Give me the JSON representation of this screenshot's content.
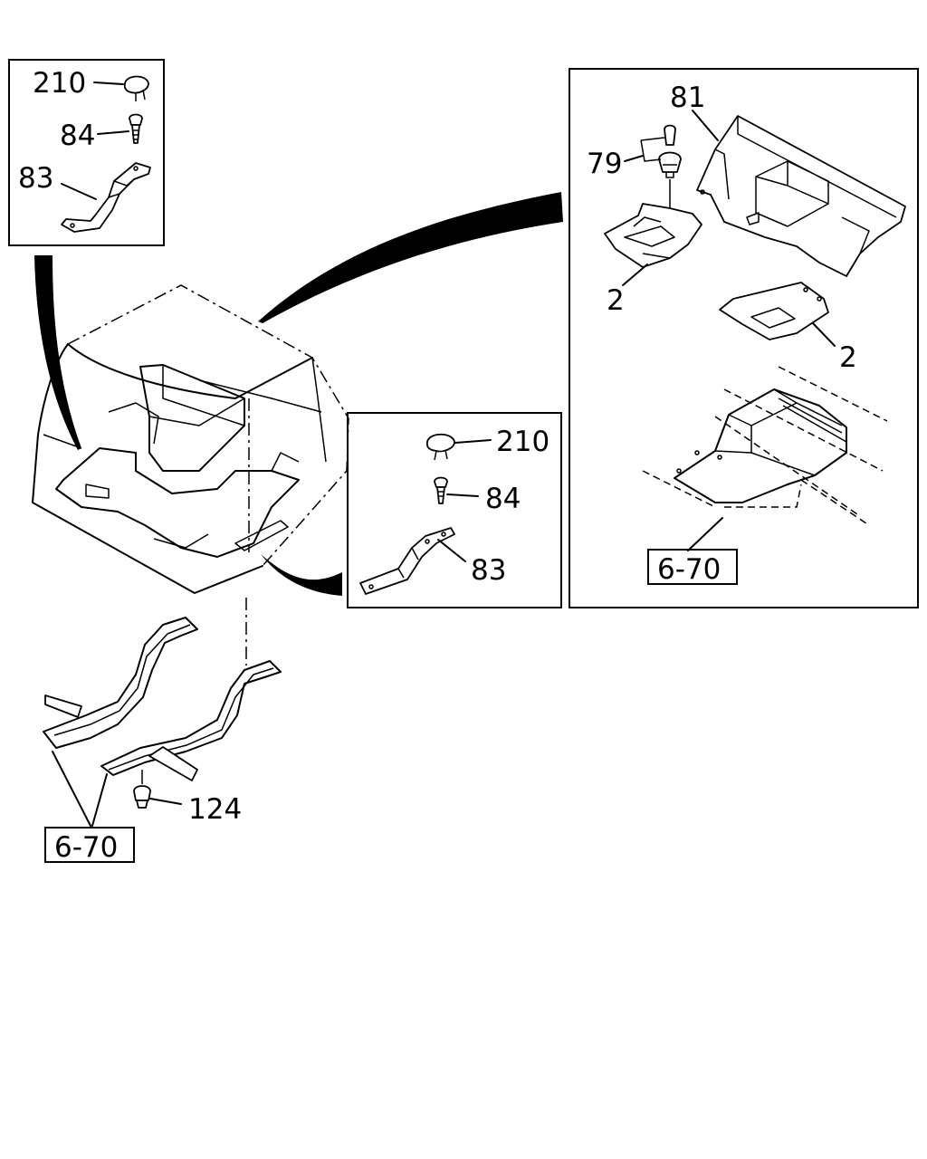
{
  "callouts": {
    "tl_210": "210",
    "tl_84": "84",
    "tl_83": "83",
    "mid_210": "210",
    "mid_84": "84",
    "mid_83": "83",
    "r_81": "81",
    "r_79": "79",
    "r_2a": "2",
    "r_2b": "2",
    "chassis_124": "124"
  },
  "references": {
    "right_ref": "6-70",
    "bottom_ref": "6-70"
  }
}
